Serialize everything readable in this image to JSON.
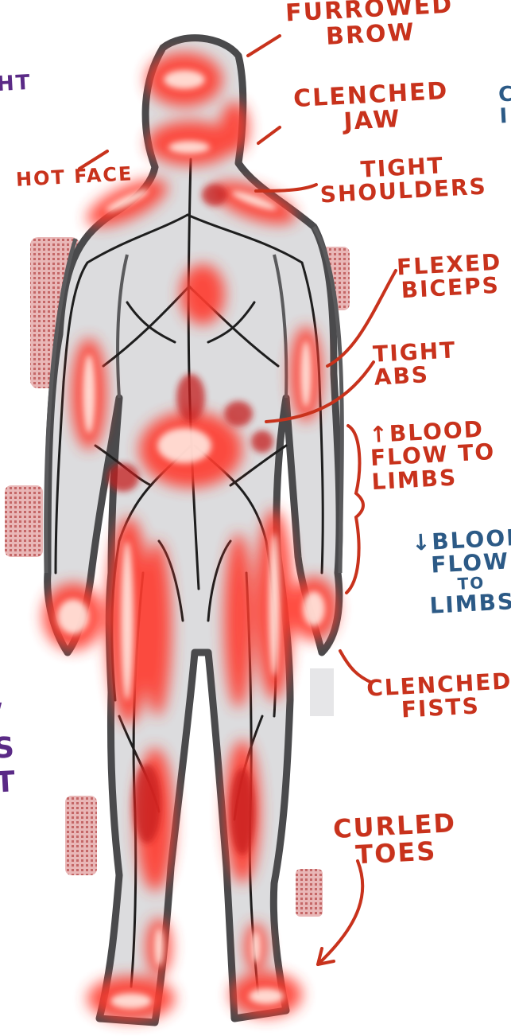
{
  "colors": {
    "annotation_red": "#c8321c",
    "annotation_blue": "#2c5a86",
    "annotation_purple": "#5a2a86",
    "body_fill": "#dcdcde",
    "outline": "#4a4a4c",
    "vessel": "#1e1e1e",
    "glow": "#ff3b2e",
    "glow_core": "#fff2ea",
    "texture": "#b22222"
  },
  "labels": {
    "furrowed_brow": [
      "FURROWED",
      "BROW"
    ],
    "clenched_jaw": [
      "CLENCHED",
      "JAW"
    ],
    "hot_face": [
      "HOT FACE"
    ],
    "tight_shoulders": [
      "TIGHT",
      "SHOULDERS"
    ],
    "flexed_biceps": [
      "FLEXED",
      "BICEPS"
    ],
    "tight_abs": [
      "TIGHT",
      "ABS"
    ],
    "blood_up": [
      "↑BLOOD",
      "FLOW TO",
      "LIMBS"
    ],
    "blood_down": [
      "↓BLOOD",
      "FLOW",
      "TO",
      "LIMBS"
    ],
    "clenched_fists": [
      "CLENCHED",
      "FISTS"
    ],
    "curled_toes": [
      "CURLED",
      "TOES"
    ]
  },
  "cut_off": {
    "left_top": "HT",
    "left_bottom": [
      "/",
      "S",
      "T"
    ],
    "right_top": [
      "C",
      "I"
    ]
  }
}
